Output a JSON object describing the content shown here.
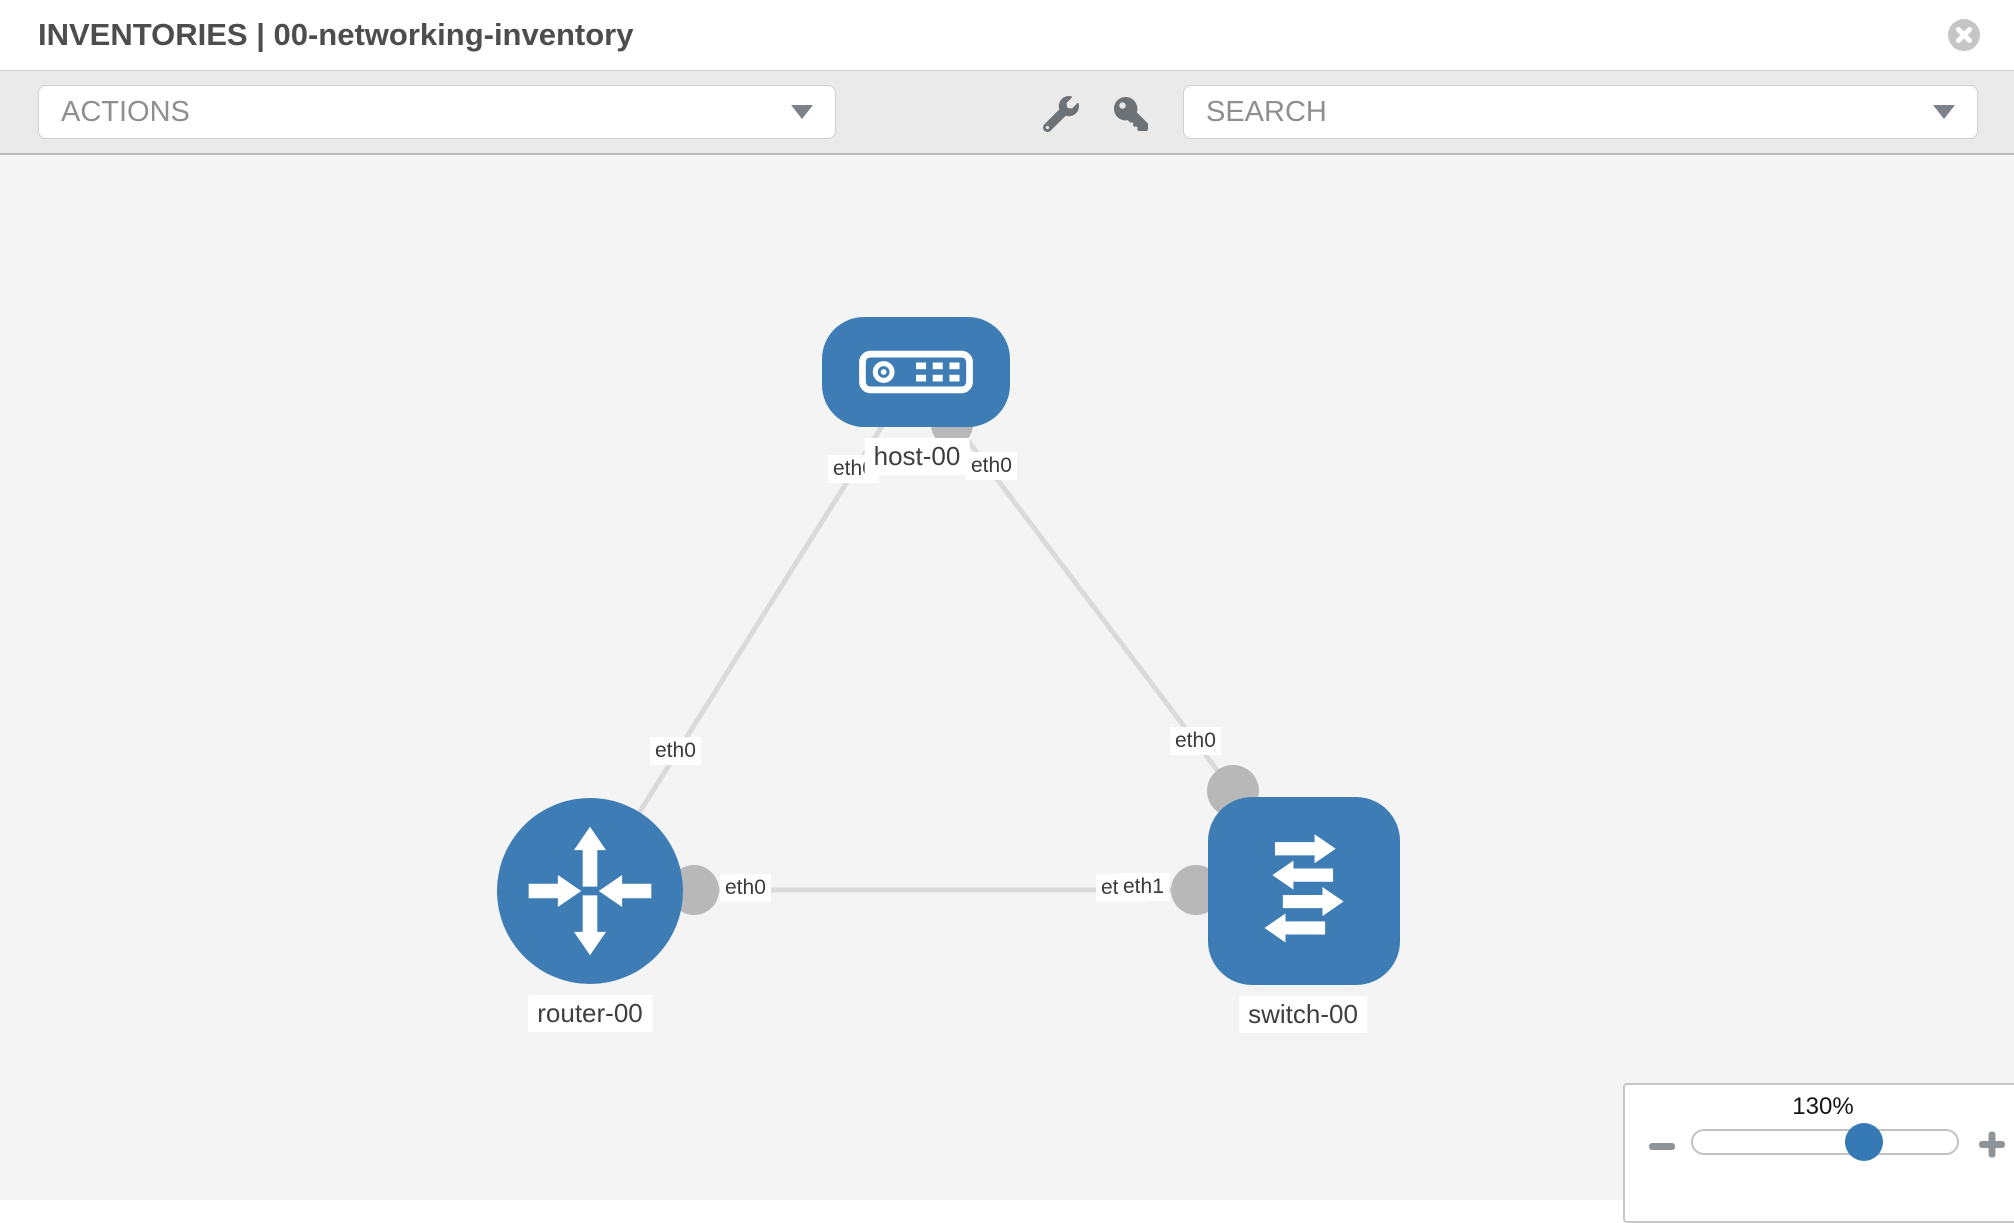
{
  "header": {
    "title": "INVENTORIES | 00-networking-inventory",
    "close_icon": "x-circle-icon"
  },
  "toolbar": {
    "actions_label": "ACTIONS",
    "search_label": "SEARCH",
    "wrench_icon": "wrench-icon",
    "key_icon": "key-icon",
    "caret_icon": "chevron-down-icon"
  },
  "topology": {
    "nodes": [
      {
        "id": "host-00",
        "type": "host",
        "label": "host-00"
      },
      {
        "id": "router-00",
        "type": "router",
        "label": "router-00"
      },
      {
        "id": "switch-00",
        "type": "switch",
        "label": "switch-00"
      }
    ],
    "links": [
      {
        "from": "router-00",
        "to": "host-00",
        "from_interface": "eth0",
        "to_interface": "eth0"
      },
      {
        "from": "host-00",
        "to": "switch-00",
        "from_interface": "eth0",
        "to_interface": "eth0"
      },
      {
        "from": "router-00",
        "to": "switch-00",
        "from_interface": "eth0",
        "to_interface": "eth1"
      }
    ],
    "interface_labels": {
      "rh_router": "eth0",
      "rh_host": "eth0",
      "hs_host": "eth0",
      "hs_switch": "eth0",
      "rs_router": "eth0",
      "rs_switch_hidden": "eth0",
      "rs_switch": "eth1"
    }
  },
  "zoom_control": {
    "level": "130%",
    "minus_icon": "minus-icon",
    "plus_icon": "plus-icon"
  },
  "colors": {
    "node_blue": "#3d7cb4",
    "link_gray": "#dadada",
    "port_gray": "#b8b8b8",
    "canvas_bg": "#f4f4f4",
    "toolbar_bg": "#eaeaea",
    "slider_handle_blue": "#3579b5"
  }
}
